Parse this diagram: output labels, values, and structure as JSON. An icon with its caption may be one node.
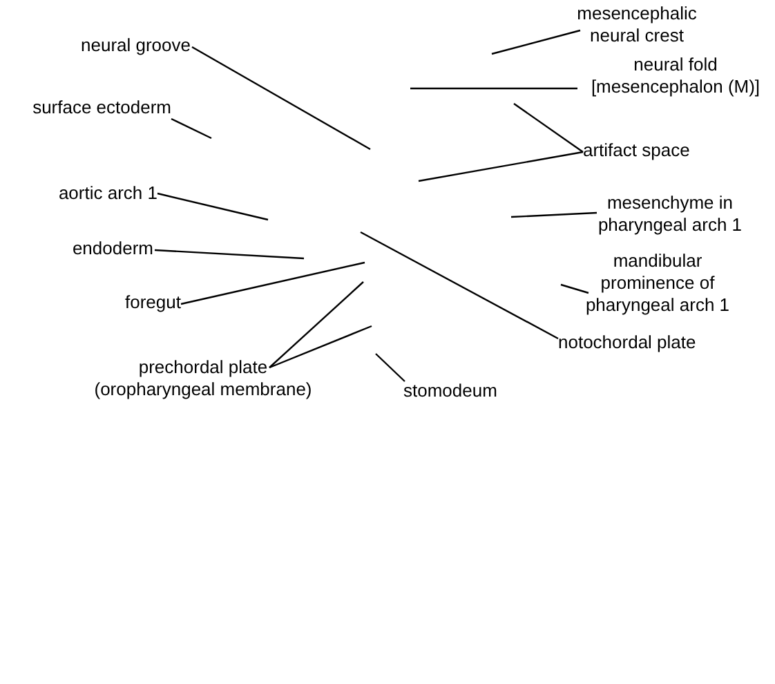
{
  "diagram": {
    "nodes": [
      {
        "text": [
          "mesencephalic neural crest"
        ]
      },
      {
        "text": [
          "neural groove"
        ]
      },
      {
        "text": [
          "neural fold [mesencephalon (M)]"
        ]
      },
      {
        "text": [
          "surface ectoderm"
        ]
      },
      {
        "text": [
          "artifact space"
        ]
      },
      {
        "text": [
          "aortic arch 1"
        ]
      },
      {
        "text": [
          "mesenchyme in pharyngeal arch 1"
        ]
      },
      {
        "text": [
          "endoderm"
        ]
      },
      {
        "text": [
          "mandibular prominence of pharyngeal arch 1"
        ]
      },
      {
        "text": [
          "foregut"
        ]
      },
      {
        "text": [
          "notochordal plate"
        ]
      },
      {
        "text": [
          "prechordal plate (oropharyngeal membrane)"
        ]
      },
      {
        "text": [
          "stomodeum"
        ]
      }
    ],
    "edges": [
      {
        "from": 0,
        "to": null,
        "arrow": "none"
      },
      {
        "from": 1,
        "to": null,
        "arrow": "none"
      },
      {
        "from": 2,
        "to": null,
        "arrow": "none"
      },
      {
        "from": 3,
        "to": null,
        "arrow": "none"
      },
      {
        "from": 4,
        "to": null,
        "arrow": "none"
      },
      {
        "from": 4,
        "to": null,
        "arrow": "none"
      },
      {
        "from": 5,
        "to": null,
        "arrow": "none"
      },
      {
        "from": 6,
        "to": null,
        "arrow": "none"
      },
      {
        "from": 7,
        "to": null,
        "arrow": "none"
      },
      {
        "from": 8,
        "to": null,
        "arrow": "none"
      },
      {
        "from": 9,
        "to": null,
        "arrow": "none"
      },
      {
        "from": 10,
        "to": null,
        "arrow": "none"
      },
      {
        "from": 11,
        "to": null,
        "arrow": "none"
      },
      {
        "from": 11,
        "to": null,
        "arrow": "none"
      },
      {
        "from": 12,
        "to": null,
        "arrow": "none"
      }
    ]
  }
}
